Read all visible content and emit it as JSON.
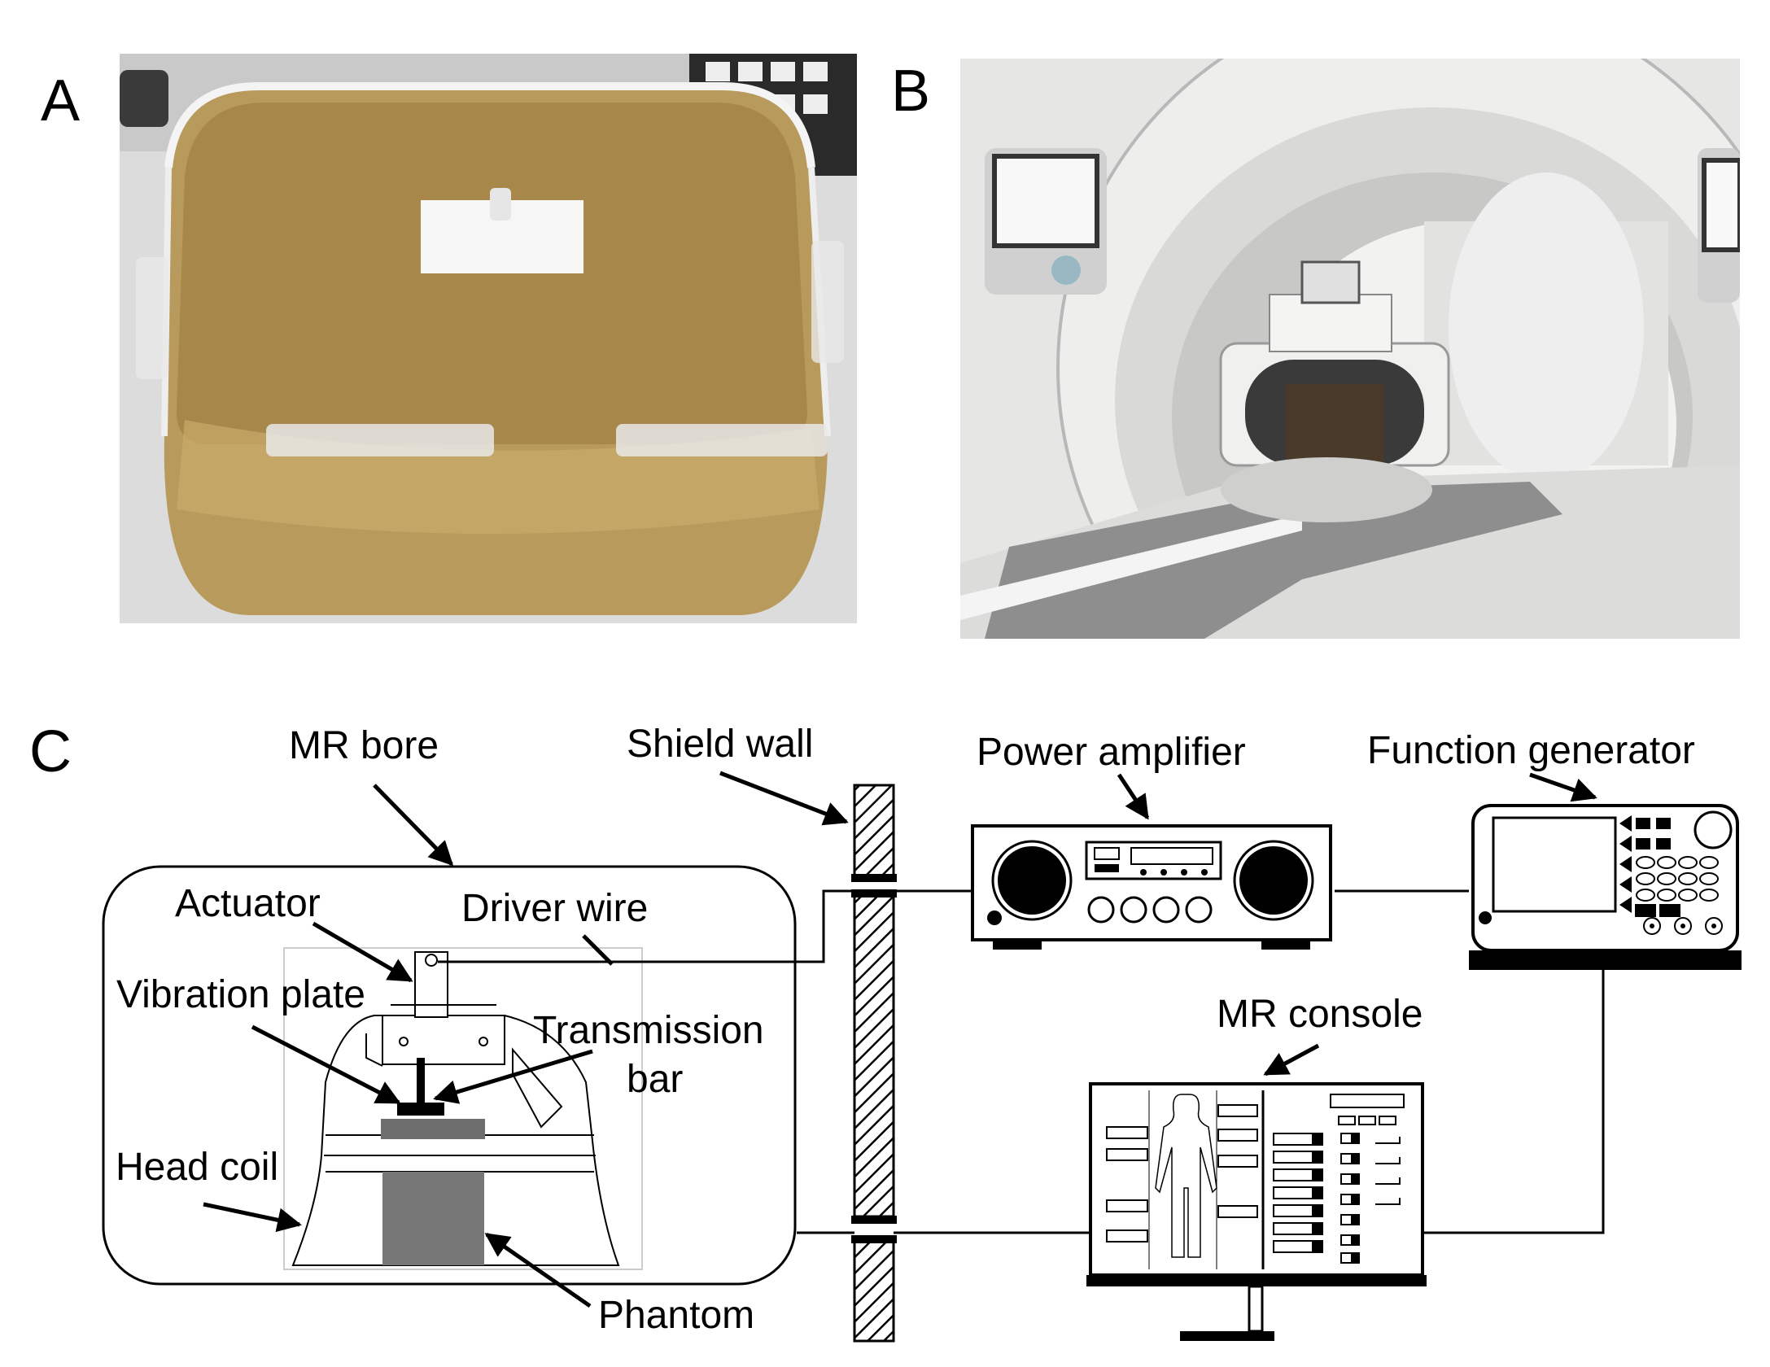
{
  "panels": {
    "a": "A",
    "b": "B",
    "c": "C"
  },
  "labels": {
    "mr_bore": "MR bore",
    "shield_wall": "Shield wall",
    "power_amplifier": "Power amplifier",
    "function_generator": "Function generator",
    "actuator": "Actuator",
    "driver_wire": "Driver wire",
    "vibration_plate": "Vibration plate",
    "transmission_bar_1": "Transmission",
    "transmission_bar_2": "bar",
    "head_coil": "Head coil",
    "mr_console": "MR console",
    "phantom": "Phantom"
  },
  "colors": {
    "phantom_gel": "#a8884a",
    "phantom_fill": "#7a7a7a",
    "scanner_white": "#e8e8e6"
  }
}
